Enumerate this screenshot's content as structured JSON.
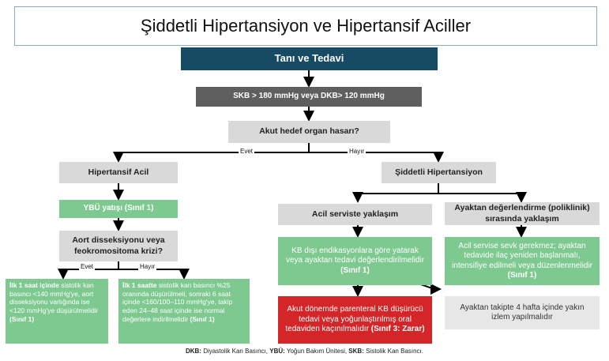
{
  "title": "Şiddetli Hipertansiyon ve Hipertansif Aciller",
  "header": "Tanı ve Tedavi",
  "criteria": "SKB > 180 mmHg veya DKB> 120 mmHg",
  "question1": "Akut hedef organ hasarı?",
  "evet": "Evet",
  "hayir": "Hayır",
  "left": {
    "title": "Hipertansif Acil",
    "icu": "YBÜ yatışı (Sınıf 1)",
    "question2": "Aort disseksiyonu veya feokromositoma krizi?",
    "evet": "Evet",
    "hayir": "Hayır",
    "yes_bold": "İlk 1 saat içinde",
    "yes_text": " sistolik kan basıncı <140 mmHg'ye, aort disseksiyonu varlığında ise <120 mmHg'ye düşürülmelidir ",
    "yes_class": "(Sınıf 1)",
    "no_bold": "İlk 1 saatte",
    "no_text": " sistolik kan basıncı %25 oranında düşürülmeli, sonraki 6 saat içinde <160/100–110 mmHg'ye, takip eden 24–48 saat içinde ise normal değerlere indirilmelidir ",
    "no_class": "(Sınıf 1)"
  },
  "right": {
    "title": "Şiddetli Hipertansiyon",
    "er": "Acil serviste yaklaşım",
    "outpatient": "Ayaktan değerlendirme (poliklinik) sırasında yaklaşım",
    "er_green": "KB dışı endikasyonlara göre yatarak veya ayaktan tedavi değerlendirilmelidir ",
    "er_green_class": "(Sınıf 1)",
    "out_green": "Acil servise sevk gerekmez; ayaktan tedavide ilaç yeniden başlanmalı, intensifiye edilmeli veya düzenlenmelidir ",
    "out_green_class": "(Sınıf 1)",
    "red": "Akut dönemde parenteral KB düşürücü tedavi veya yoğunlaştırılmış oral tedaviden kaçınılmalıdır ",
    "red_class": "(Sınıf 3: Zarar)",
    "followup": "Ayaktan takipte 4 hafta içinde yakın izlem yapılmalıdır"
  },
  "footer": {
    "dkb_abbr": "DKB:",
    "dkb_text": " Diyastolik Kan Basıncı, ",
    "ybu_abbr": "YBÜ:",
    "ybu_text": " Yoğun Bakım Ünitesi, ",
    "skb_abbr": "SKB:",
    "skb_text": " Sistolik Kan Basıncı."
  },
  "colors": {
    "dark_blue": "#174a63",
    "dark_gray": "#5f5f5f",
    "light_gray": "#d9d9d9",
    "green": "#7ec98f",
    "red": "#d42628"
  }
}
